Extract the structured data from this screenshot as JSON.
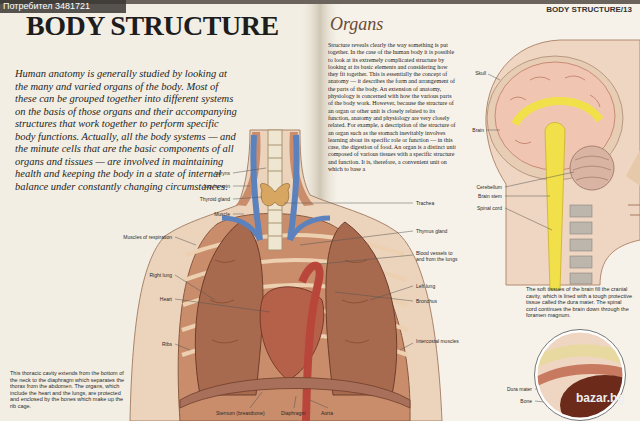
{
  "diagram": {
    "title": "BODY STRUCTURE",
    "caption": "This thoracic cavity extends from the bottom of the neck to the diaphragm which separates the thorax from the abdomen. The organs, which include the heart and the lungs, are protected and enclosed by the bones which make up the rib cage.",
    "labels": [
      "Потребител 3481721",
      "BODY STRUCTURE/13",
      "Human anatomy is generally studied by looking at the many and varied organs of the body. Most of these can be grouped together into different systems on the basis of those organs and their accompanying structures that work together to perform specific body functions. Actually, all the body systems — and the minute cells that are the basic components of all organs and tissues — are involved in maintaining health and keeping the body in a state of internal balance under constantly changing circumstances.",
      "Organs",
      "Structure reveals clearly the way something is put together. In the case of the human body it is possible to look at its extremely complicated structure by looking at its basic elements and considering how they fit together. This is essentially the concept of anatomy — it describes the form and arrangement of the parts of the body. An extension of anatomy, physiology is concerned with how the various parts of the body work. However, because the structure of an organ or other unit is closely related to its function, anatomy and physiology are very closely related. For example, a description of the structure of an organ such as the stomach inevitably involves learning about its specific role or function — in this case, the digestion of food. An organ is a distinct unit composed of various tissues with a specific structure and function. It is, therefore, a convenient unit on which to base a",
      "The soft tissues of the brain fill the cranial cavity, which is lined with a tough protective tissue called the dura mater. The spinal cord continues the brain down through the foramen magnum.",
      "Larynx",
      "Jugular vein",
      "Thyroid gland",
      "Muscle",
      "Muscles of respiration",
      "Right lung",
      "Heart",
      "Ribs",
      "Trachea",
      "Thymus gland",
      "Blood vessels to and from the lungs",
      "Left lung",
      "Bronchus",
      "Intercostal muscles",
      "Sternum (breastbone)",
      "Diaphragm",
      "Aorta",
      "Skull",
      "Brain",
      "Cerebellum",
      "Brain stem",
      "Spinal cord",
      "Dura mater",
      "Bone",
      "bazar.bg"
    ]
  }
}
